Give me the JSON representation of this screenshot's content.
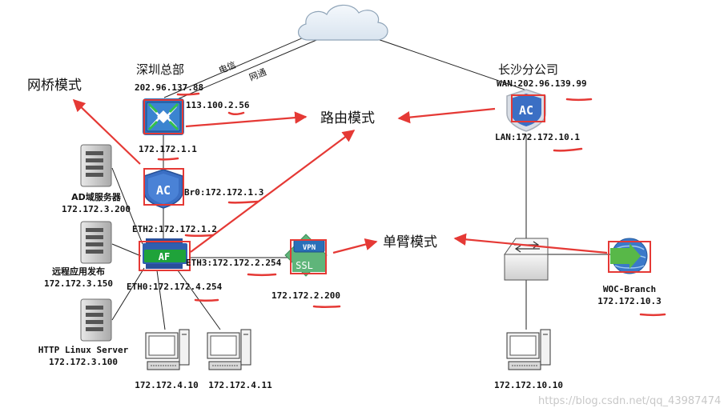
{
  "modes": {
    "bridge": "网桥模式",
    "route": "路由模式",
    "single_arm": "单臂模式"
  },
  "hq": {
    "name": "深圳总部",
    "wan_ip": "202.96.137.88",
    "isp_telecom": "电信",
    "isp_netcom": "网通",
    "wan2_ip": "113.100.2.56",
    "router_lan_ip": "172.172.1.1",
    "ac_br0": "Br0:172.172.1.3",
    "af_eth2": "ETH2:172.172.1.2",
    "af_eth3": "ETH3:172.172.2.254",
    "af_eth0": "ETH0:172.172.4.254",
    "ac_label": "AC",
    "af_label": "AF"
  },
  "servers": [
    {
      "name": "AD域服务器",
      "ip": "172.172.3.200"
    },
    {
      "name": "远程应用发布",
      "ip": "172.172.3.150"
    },
    {
      "name": "HTTP Linux Server",
      "ip": "172.172.3.100"
    }
  ],
  "vpn": {
    "top": "VPN",
    "bottom": "SSL",
    "ip": "172.172.2.200"
  },
  "hq_clients": [
    {
      "ip": "172.172.4.10"
    },
    {
      "ip": "172.172.4.11"
    }
  ],
  "branch": {
    "name": "长沙分公司",
    "wan": "WAN:202.96.139.99",
    "lan": "LAN:172.172.10.1",
    "ac_label": "AC",
    "woc_name": "WOC-Branch",
    "woc_ip": "172.172.10.3",
    "client_ip": "172.172.10.10"
  },
  "watermark": "https://blog.csdn.net/qq_43987474",
  "colors": {
    "accent_red": "#e53935",
    "ac_blue": "#3b6fc4",
    "af_green": "#1fa33a",
    "line": "#222222",
    "isp_telecom": "#d32f2f",
    "isp_netcom": "#1e88c8"
  }
}
